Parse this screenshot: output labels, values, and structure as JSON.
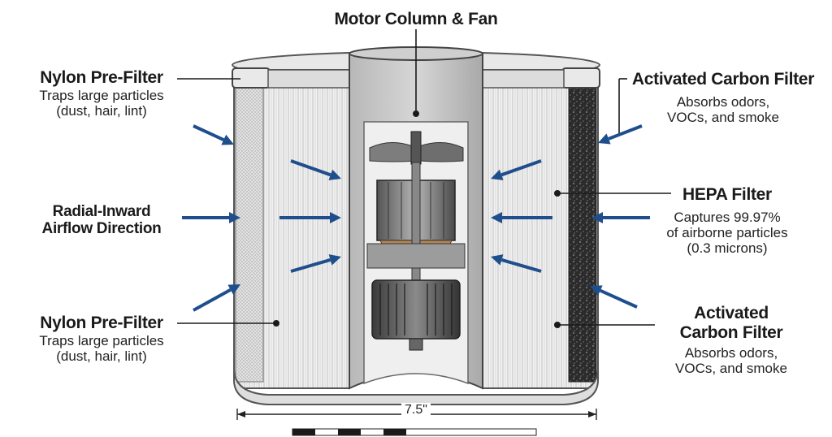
{
  "labels": {
    "motor": "Motor Column & Fan",
    "prefilter_top": {
      "title": "Nylon Pre-Filter",
      "line1": "Traps large particles",
      "line2": "(dust, hair, lint)"
    },
    "airflow": {
      "line1": "Radial-Inward",
      "line2": "Airflow Direction"
    },
    "prefilter_bottom": {
      "title": "Nylon Pre-Filter",
      "line1": "Traps large particles",
      "line2": "(dust, hair, lint)"
    },
    "carbon_top": {
      "title": "Activated Carbon Filter",
      "line1": "Absorbs odors,",
      "line2": "VOCs, and smoke"
    },
    "hepa": {
      "title": "HEPA Filter",
      "line1": "Captures 99.97%",
      "line2": "of airborne particles",
      "line3": "(0.3 microns)"
    },
    "carbon_bottom": {
      "title1": "Activated",
      "title2": "Carbon Filter",
      "line1": "Absorbs odors,",
      "line2": "VOCs, and smoke"
    }
  },
  "dimension": {
    "label": "7.5\""
  },
  "colors": {
    "arrow": "#1f4e8c",
    "carbon": "#2a2a2a",
    "metal": "#9a9a9a",
    "copper": "#b0875a"
  }
}
